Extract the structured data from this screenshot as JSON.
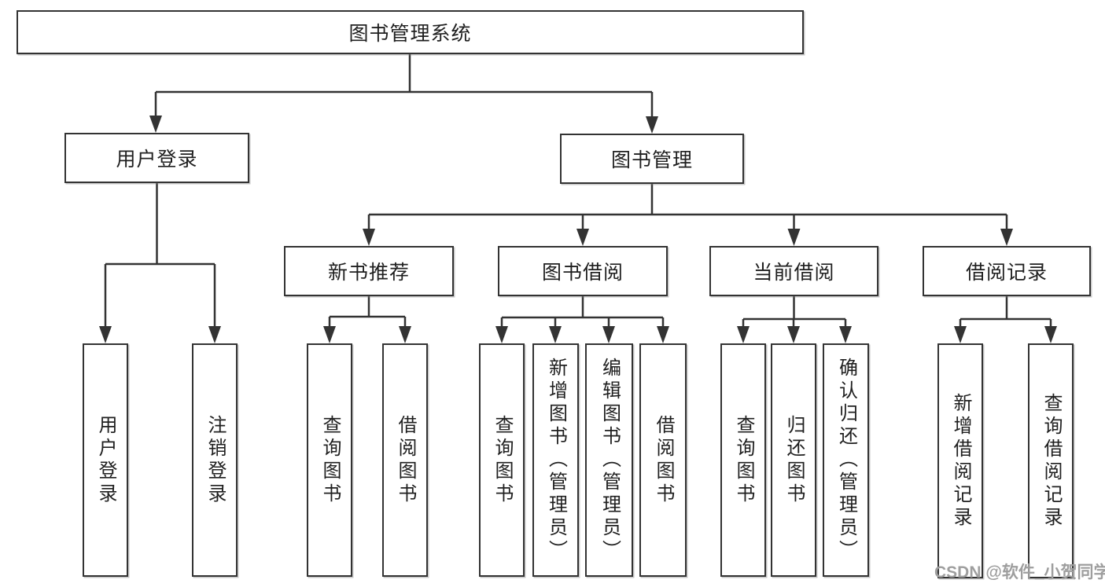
{
  "diagram": {
    "root_label": "图书管理系统",
    "branches": [
      {
        "label": "用户登录",
        "children": [
          {
            "label": "用户登录"
          },
          {
            "label": "注销登录"
          }
        ]
      },
      {
        "label": "图书管理",
        "children": [
          {
            "label": "新书推荐",
            "children": [
              {
                "label": "查询图书"
              },
              {
                "label": "借阅图书"
              }
            ]
          },
          {
            "label": "图书借阅",
            "children": [
              {
                "label": "查询图书"
              },
              {
                "label": "新增图书（管理员）"
              },
              {
                "label": "编辑图书（管理员）"
              },
              {
                "label": "借阅图书"
              }
            ]
          },
          {
            "label": "当前借阅",
            "children": [
              {
                "label": "查询图书"
              },
              {
                "label": "归还图书"
              },
              {
                "label": "确认归还（管理员）"
              }
            ]
          },
          {
            "label": "借阅记录",
            "children": [
              {
                "label": "新增借阅记录"
              },
              {
                "label": "查询借阅记录"
              }
            ]
          }
        ]
      }
    ]
  },
  "watermark": {
    "text": "CSDN @软件_小贺同学"
  },
  "colors": {
    "line": "#333333",
    "text": "#1f1f1f",
    "background": "#ffffff",
    "watermark": "#9e9e9e"
  }
}
